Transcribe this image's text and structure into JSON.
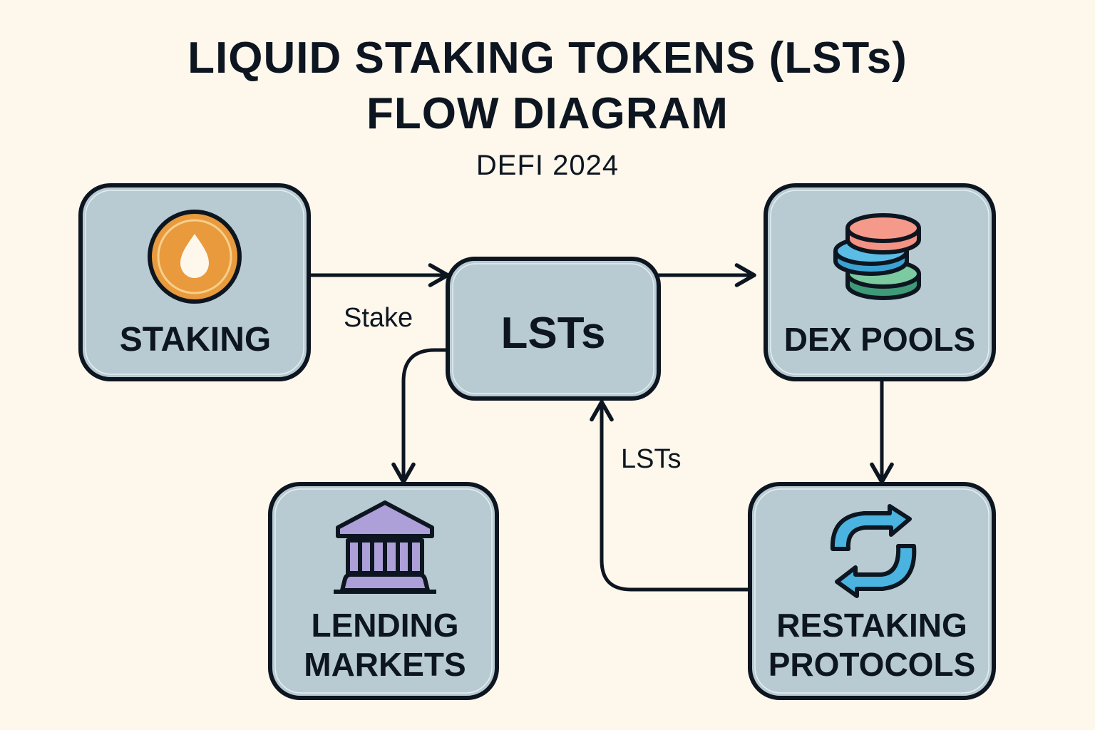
{
  "header": {
    "title_line1": "LIQUID STAKING TOKENS (LSTs)",
    "title_line2": "FLOW DIAGRAM",
    "subtitle": "DEFI 2024"
  },
  "nodes": {
    "staking": {
      "label": "STAKING",
      "icon": "droplet-coin-icon"
    },
    "lsts": {
      "label": "LSTs"
    },
    "dex": {
      "label": "DEX POOLS",
      "icon": "stacked-coins-icon"
    },
    "lending": {
      "label_line1": "LENDING",
      "label_line2": "MARKETS",
      "icon": "bank-building-icon"
    },
    "restaking": {
      "label_line1": "RESTAKING",
      "label_line2": "PROTOCOLS",
      "icon": "refresh-cycle-icon"
    }
  },
  "edges": [
    {
      "from": "staking",
      "to": "lsts",
      "label": "Stake"
    },
    {
      "from": "lsts",
      "to": "dex",
      "label": ""
    },
    {
      "from": "lsts",
      "to": "lending",
      "label": ""
    },
    {
      "from": "dex",
      "to": "restaking",
      "label": ""
    },
    {
      "from": "restaking",
      "to": "lsts",
      "label": "LSTs"
    }
  ],
  "colors": {
    "background": "#fdf7ec",
    "node_fill": "#b8cbd3",
    "outline": "#0d1620",
    "coin_orange": "#e89a3c",
    "coin_red": "#f39384",
    "coin_blue": "#4bb3df",
    "coin_green": "#4ea882",
    "bank_purple": "#ad9fd8",
    "cycle_blue": "#4bb3df"
  }
}
